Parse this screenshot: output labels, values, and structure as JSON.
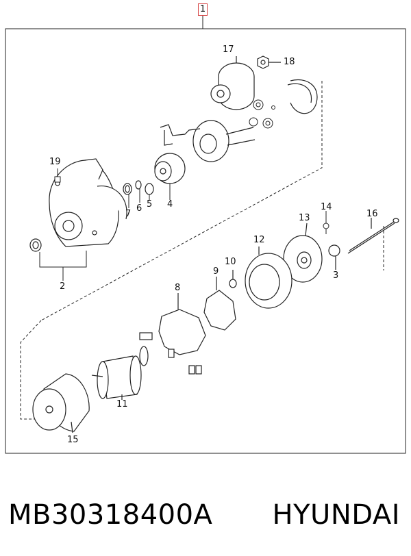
{
  "assembly_number": "1",
  "callouts": {
    "c2": "2",
    "c3": "3",
    "c4": "4",
    "c5": "5",
    "c6": "6",
    "c7": "7",
    "c8": "8",
    "c9": "9",
    "c10": "10",
    "c11": "11",
    "c12": "12",
    "c13": "13",
    "c14": "14",
    "c15": "15",
    "c16": "16",
    "c17": "17",
    "c18": "18",
    "c19": "19"
  },
  "caption": {
    "part_number": "MB30318400A",
    "brand": "HYUNDAI"
  },
  "colors": {
    "line": "#222222",
    "badge_border": "#d64545"
  }
}
